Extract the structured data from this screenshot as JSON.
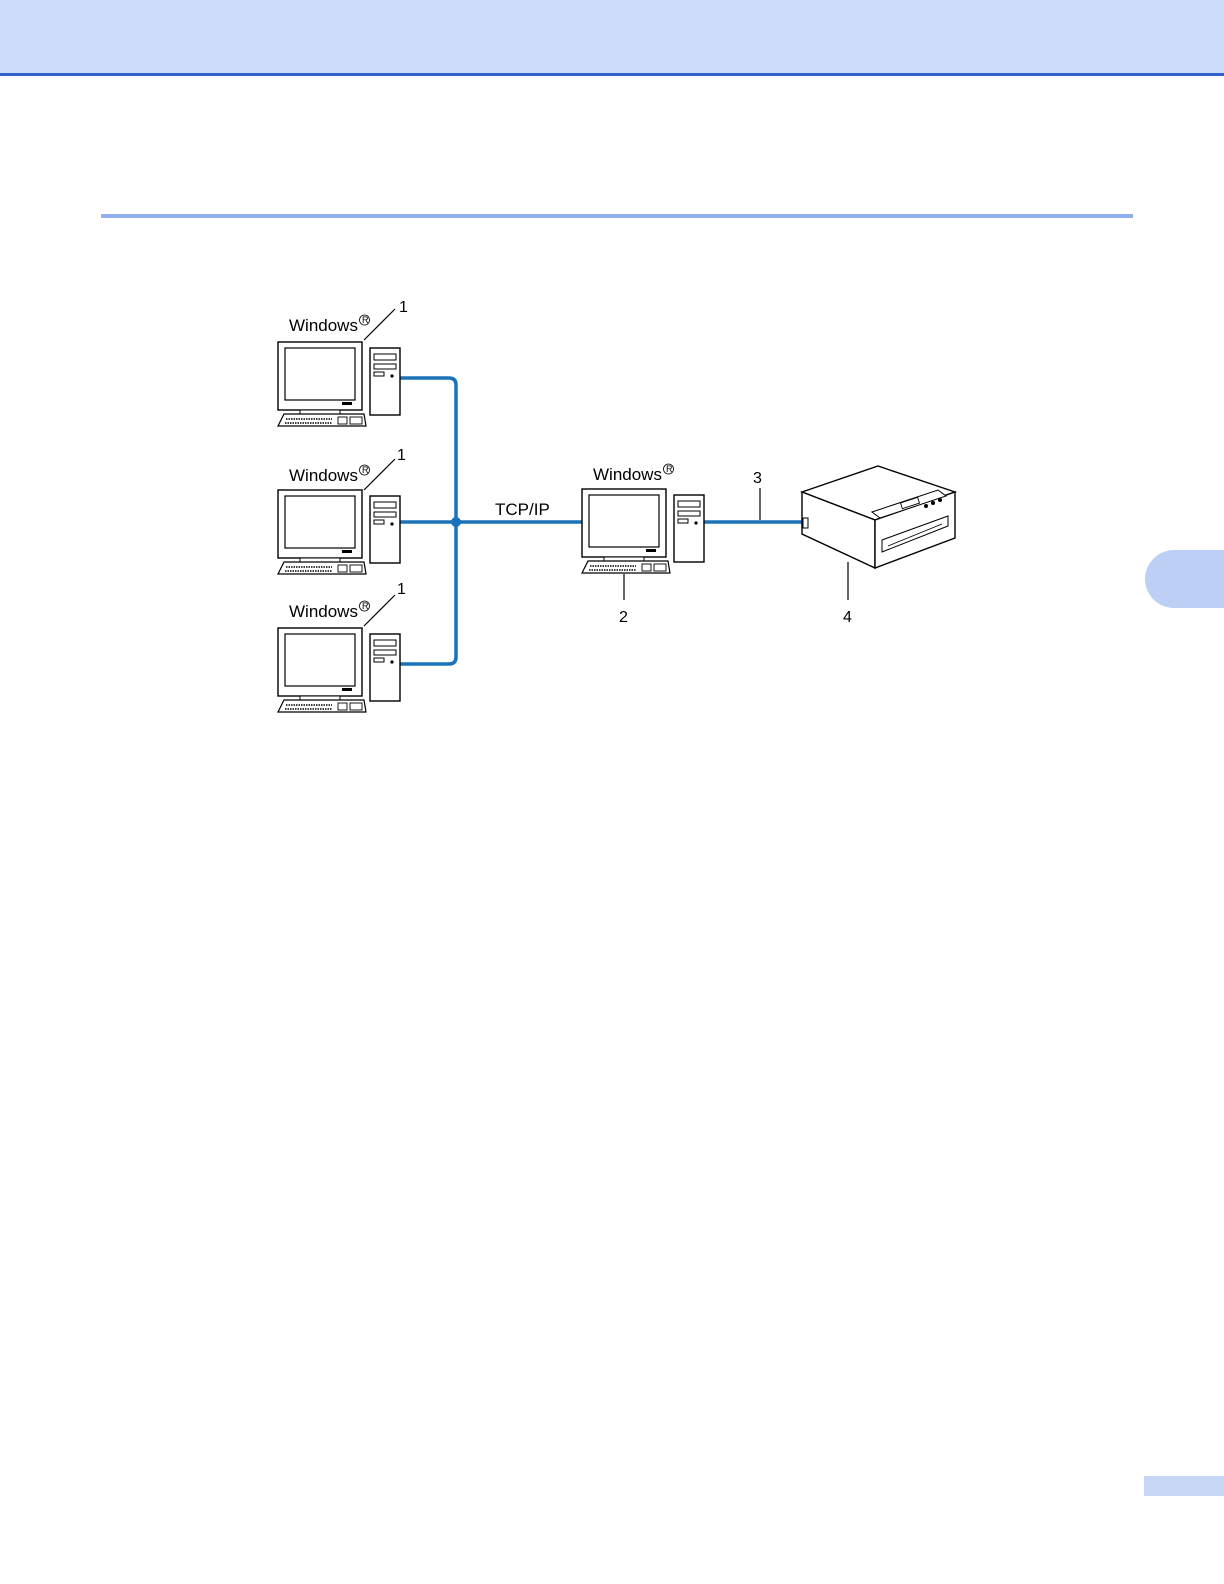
{
  "diagram": {
    "clients": [
      {
        "os_label": "Windows",
        "callout": "1"
      },
      {
        "os_label": "Windows",
        "callout": "1"
      },
      {
        "os_label": "Windows",
        "callout": "1"
      }
    ],
    "server": {
      "os_label": "Windows",
      "callout": "2"
    },
    "protocol_label": "TCP/IP",
    "cable_callout": "3",
    "printer_callout": "4",
    "registered_mark": "R"
  },
  "colors": {
    "header_band": "#cddcfb",
    "header_rule": "#2f63c9",
    "network_line": "#1a73b8",
    "accent_tab": "#bcd0f5"
  },
  "icons": [
    "desktop-computer-icon",
    "printer-icon",
    "network-junction-icon"
  ]
}
